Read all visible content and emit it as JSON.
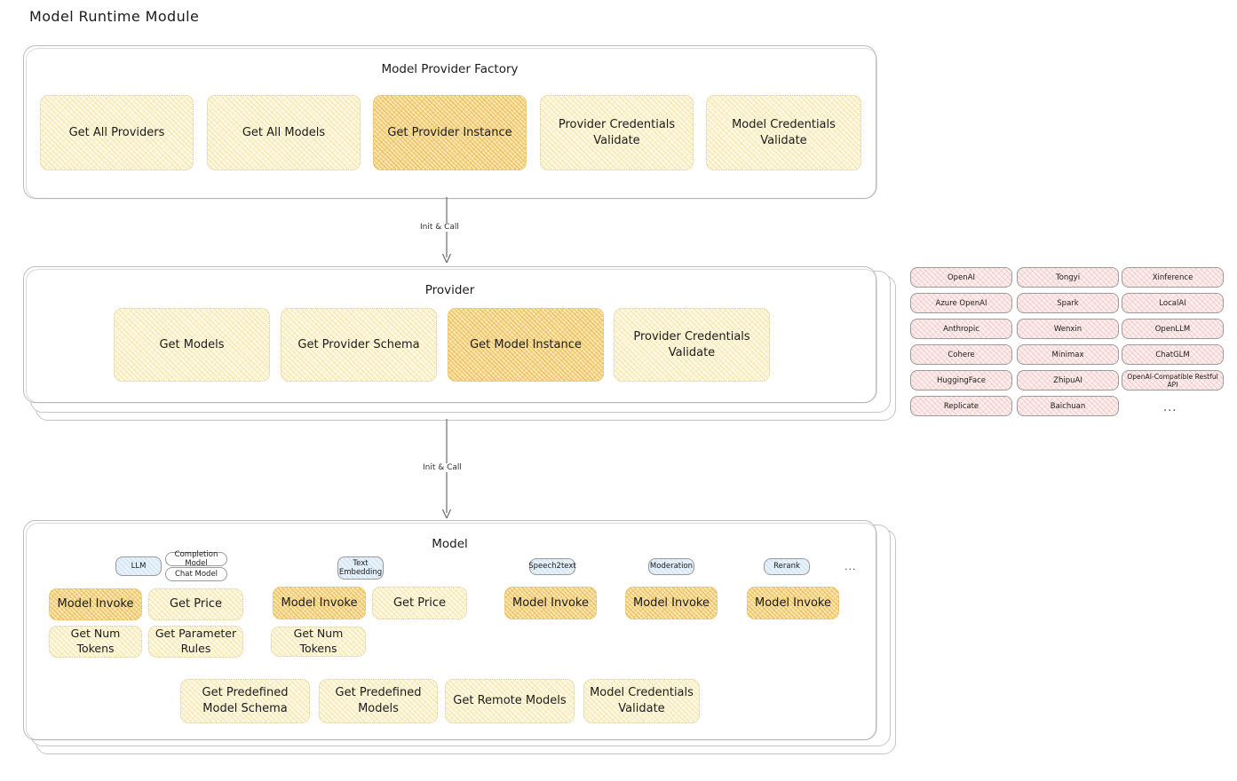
{
  "page": {
    "title": "Model Runtime Module"
  },
  "factory": {
    "title": "Model Provider Factory",
    "items": [
      {
        "label": "Get All Providers",
        "highlight": false
      },
      {
        "label": "Get All Models",
        "highlight": false
      },
      {
        "label": "Get Provider Instance",
        "highlight": true
      },
      {
        "label": "Provider Credentials Validate",
        "highlight": false
      },
      {
        "label": "Model Credentials Validate",
        "highlight": false
      }
    ]
  },
  "arrows": {
    "factory_to_provider": "Init & Call",
    "provider_to_model": "Init & Call"
  },
  "provider": {
    "title": "Provider",
    "items": [
      {
        "label": "Get Models",
        "highlight": false
      },
      {
        "label": "Get Provider Schema",
        "highlight": false
      },
      {
        "label": "Get Model Instance",
        "highlight": true
      },
      {
        "label": "Provider Credentials Validate",
        "highlight": false
      }
    ]
  },
  "provider_list": {
    "columns": [
      [
        "OpenAI",
        "Azure OpenAI",
        "Anthropic",
        "Cohere",
        "HuggingFace",
        "Replicate"
      ],
      [
        "Tongyi",
        "Spark",
        "Wenxin",
        "Minimax",
        "ZhipuAI",
        "Baichuan"
      ],
      [
        "Xinference",
        "LocalAI",
        "OpenLLM",
        "ChatGLM",
        "OpenAI-Compatible Restful API"
      ]
    ],
    "more": "..."
  },
  "model": {
    "title": "Model",
    "more": "...",
    "types": [
      {
        "name": "LLM",
        "subtypes": [
          "Completion Model",
          "Chat Model"
        ],
        "ops": [
          {
            "label": "Model Invoke",
            "highlight": true
          },
          {
            "label": "Get Price",
            "highlight": false
          },
          {
            "label": "Get Num Tokens",
            "highlight": false
          },
          {
            "label": "Get Parameter Rules",
            "highlight": false
          }
        ]
      },
      {
        "name": "Text Embedding",
        "subtypes": [],
        "ops": [
          {
            "label": "Model Invoke",
            "highlight": true
          },
          {
            "label": "Get Price",
            "highlight": false
          },
          {
            "label": "Get Num Tokens",
            "highlight": false
          }
        ]
      },
      {
        "name": "Speech2text",
        "subtypes": [],
        "ops": [
          {
            "label": "Model Invoke",
            "highlight": true
          }
        ]
      },
      {
        "name": "Moderation",
        "subtypes": [],
        "ops": [
          {
            "label": "Model Invoke",
            "highlight": true
          }
        ]
      },
      {
        "name": "Rerank",
        "subtypes": [],
        "ops": [
          {
            "label": "Model Invoke",
            "highlight": true
          }
        ]
      }
    ],
    "common_ops": [
      "Get Predefined Model Schema",
      "Get Predefined Models",
      "Get Remote Models",
      "Model Credentials Validate"
    ]
  },
  "colors": {
    "fill_yellow": "#fdf8e3",
    "fill_yellow_highlight": "#fae7b4",
    "fill_pink": "#fdeeee",
    "fill_blue": "#e7f1fa",
    "stroke_gray": "#bdbdbd"
  }
}
